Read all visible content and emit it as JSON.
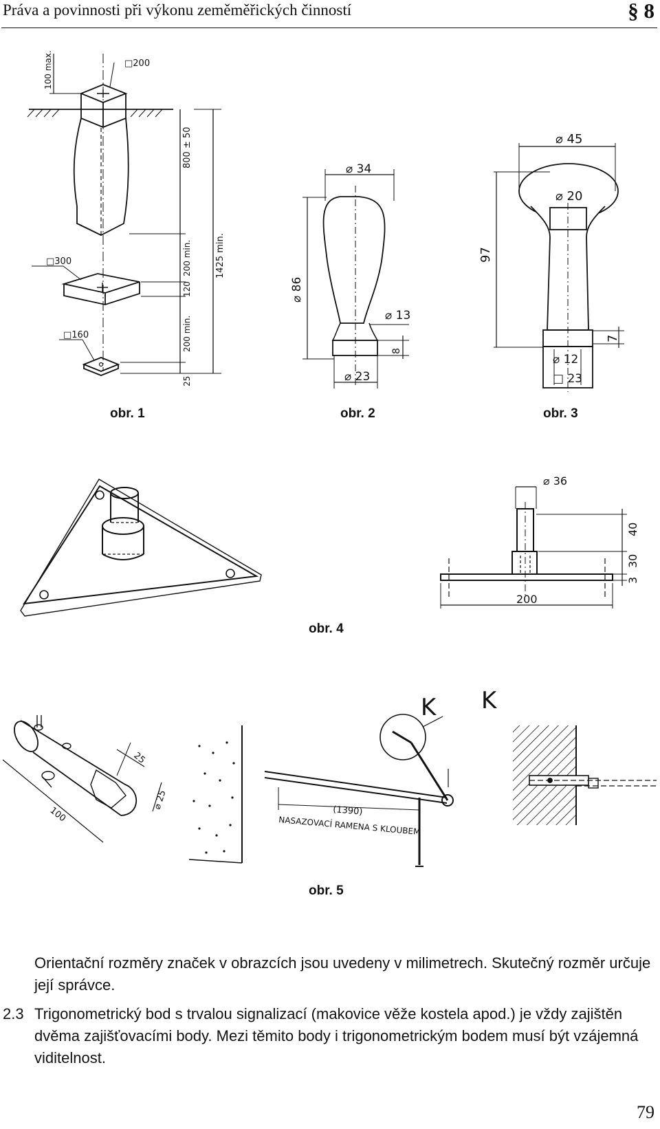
{
  "header": {
    "title": "Práva a povinnosti při výkonu zeměměřických činností",
    "section": "§ 8"
  },
  "figures": {
    "fig1": {
      "caption": "obr. 1",
      "labels": {
        "top_square": "□200",
        "top_depth": "100 max.",
        "block_height": "800 ± 50",
        "middle_square": "□300",
        "gap_upper": "200 min.",
        "plate_thickness": "120",
        "total_height": "1425 min.",
        "bottom_square": "□160",
        "gap_lower": "200 min.",
        "bottom_thickness": "25"
      }
    },
    "fig2": {
      "caption": "obr. 2",
      "labels": {
        "top_diameter": "⌀ 34",
        "height": "⌀ 86",
        "neck_diameter": "⌀ 13",
        "base_height": "8",
        "base_diameter": "⌀ 23"
      }
    },
    "fig3": {
      "caption": "obr. 3",
      "labels": {
        "top_diameter": "⌀ 45",
        "inner_diameter": "⌀ 20",
        "height": "97",
        "base_height": "7",
        "pin_diameter": "⌀ 12",
        "base_square": "□ 23"
      }
    },
    "fig4": {
      "caption": "obr. 4",
      "labels": {
        "pin_diameter": "⌀ 36",
        "upper_height": "40",
        "lower_height": "30",
        "plate_thickness": "3",
        "plate_width": "200"
      }
    },
    "fig5": {
      "caption": "obr. 5",
      "labels": {
        "head_size": "25",
        "length": "100",
        "diameter": "⌀ 25",
        "arm_length": "(1390)",
        "arm_note": "NASAZOVACÍ RAMENA S KLOUBEM",
        "detail_mark_left": "K",
        "detail_mark_right": "K"
      }
    }
  },
  "body": {
    "paragraph1": "Orientační rozměry značek v obrazcích jsou uvedeny v milimetrech. Skutečný rozměr určuje její správce.",
    "paragraph2_number": "2.3",
    "paragraph2": "Trigonometrický bod s trvalou signalizací (makovice věže kostela apod.) je vždy zajištěn dvěma zajišťovacími body. Mezi těmito body i trigonometrickým bodem musí být vzájemná viditelnost."
  },
  "page_number": "79"
}
